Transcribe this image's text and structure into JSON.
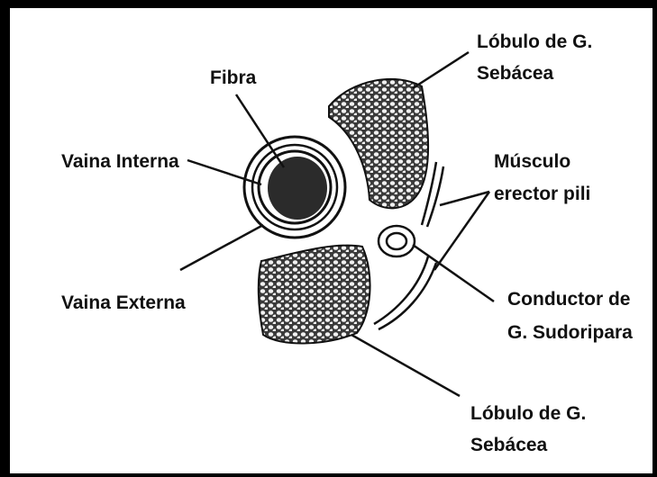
{
  "labels": {
    "fibra": "Fibra",
    "vaina_interna": "Vaina Interna",
    "vaina_externa": "Vaina Externa",
    "lobulo_top_line1": "Lóbulo de G.",
    "lobulo_top_line2": "Sebácea",
    "musculo_line1": "Músculo",
    "musculo_line2": "erector pili",
    "conductor_line1": "Conductor de",
    "conductor_line2": "G. Sudoripara",
    "lobulo_bottom_line1": "Lóbulo de G.",
    "lobulo_bottom_line2": "Sebácea"
  },
  "colors": {
    "border": "#000000",
    "ink": "#111111",
    "fiber": "#2b2b2b",
    "lobule_fill": "#3a3a3a"
  }
}
